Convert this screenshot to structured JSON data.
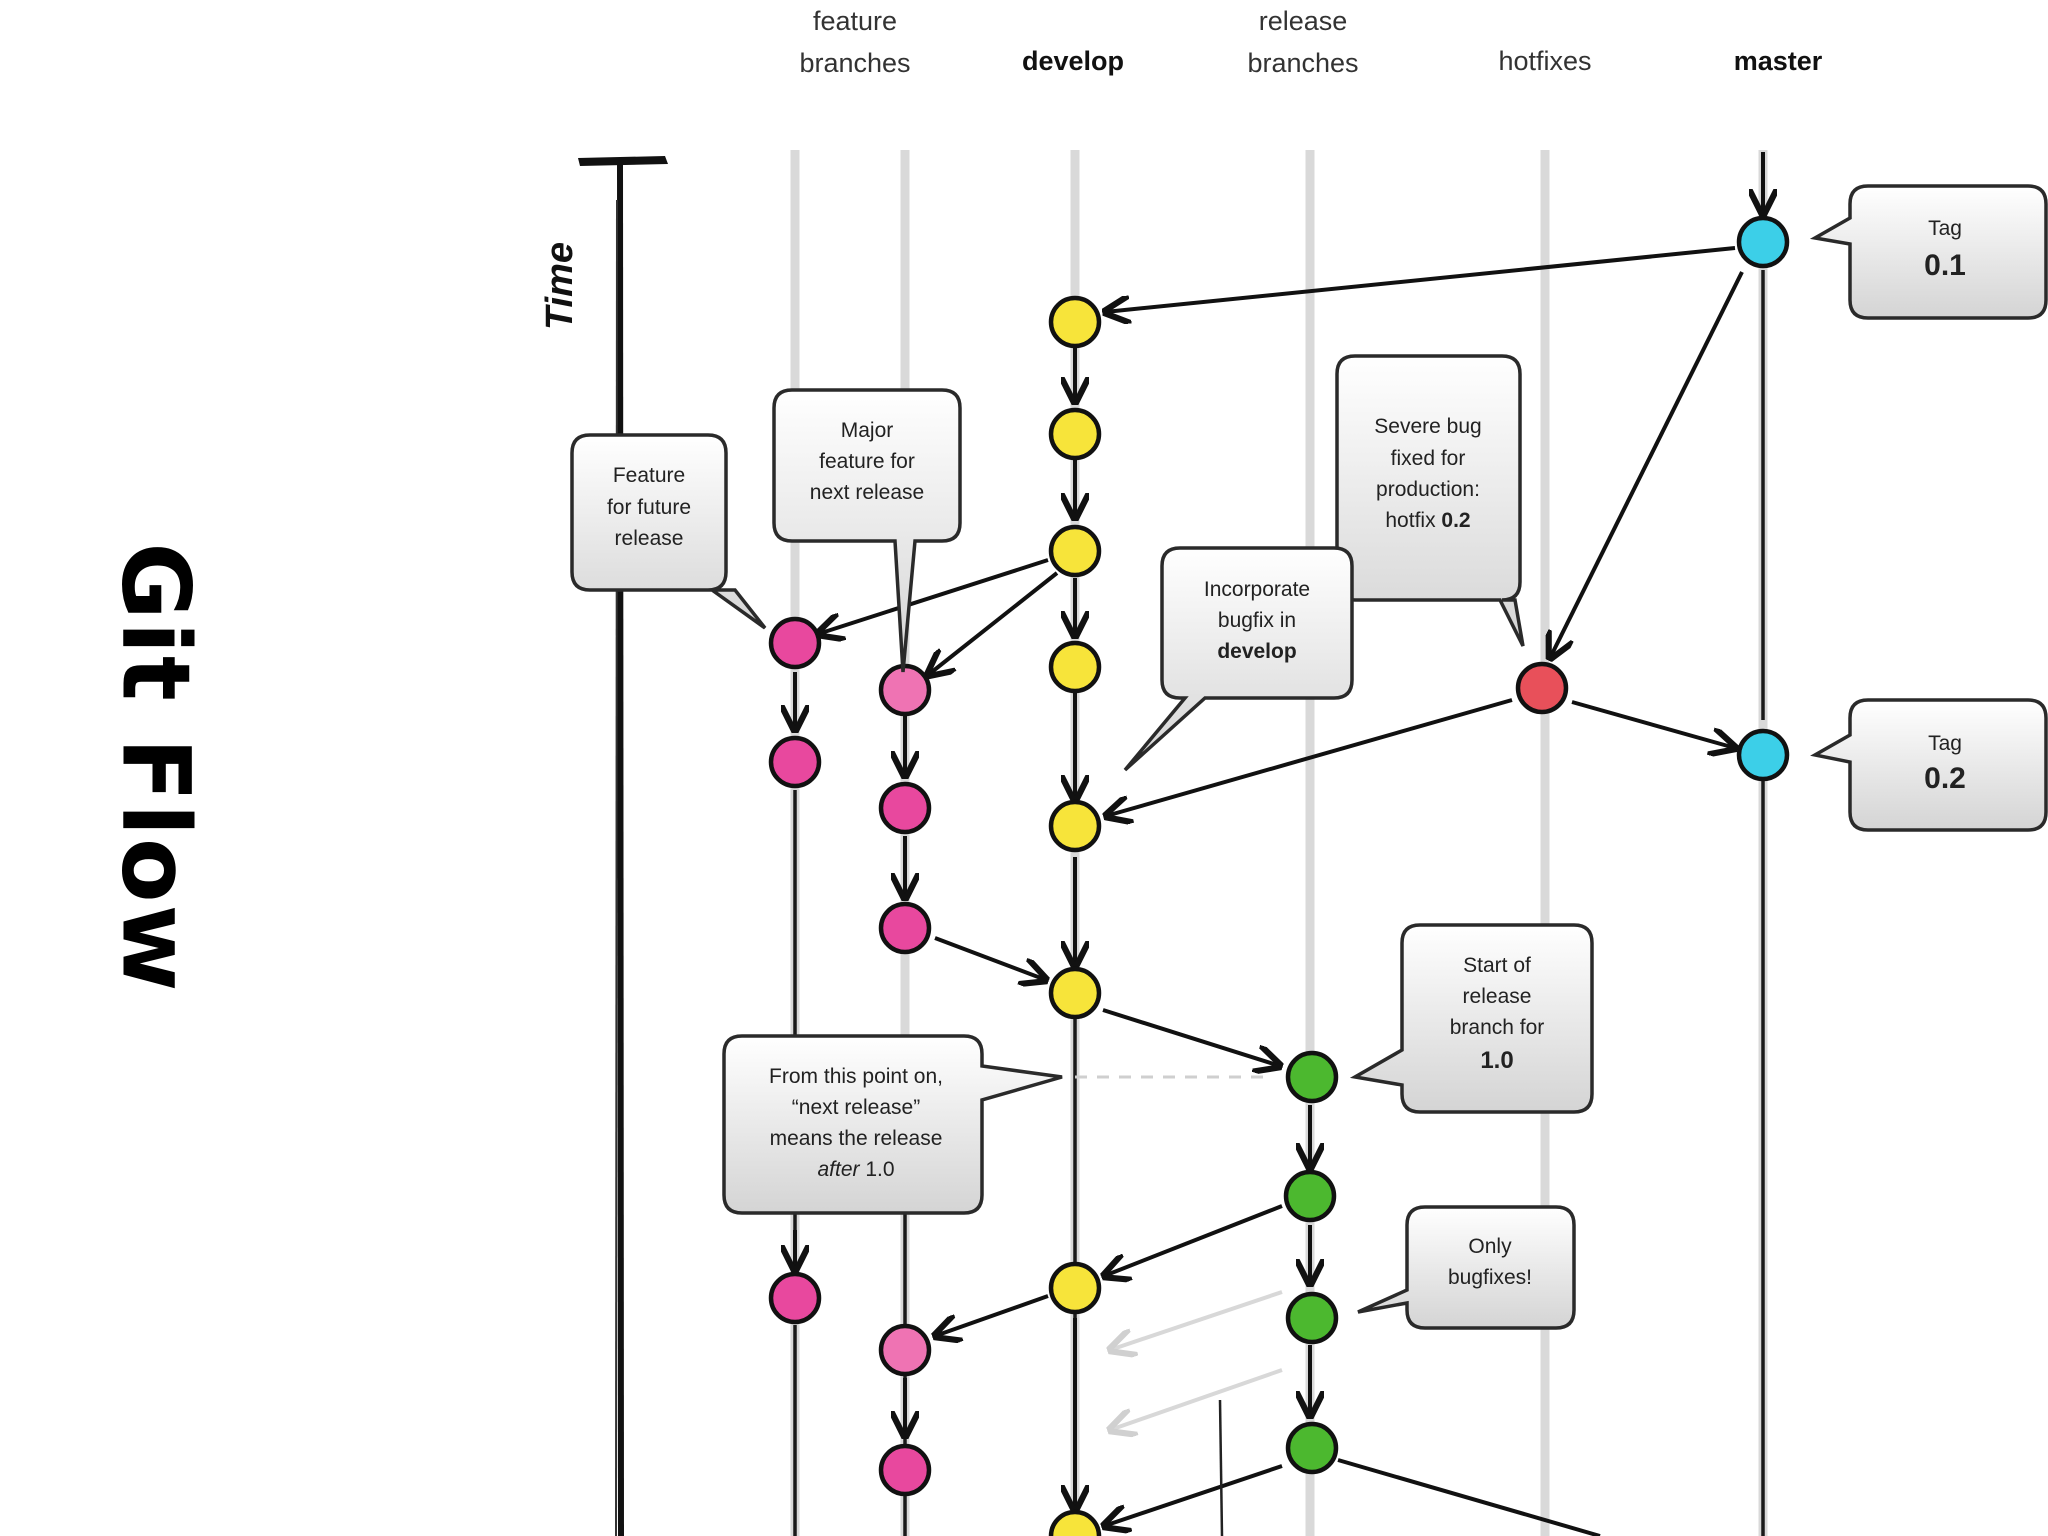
{
  "title": "Git Flow",
  "time_label": "Time",
  "columns": {
    "feature": [
      "feature",
      "branches"
    ],
    "develop": "develop",
    "release": [
      "release",
      "branches"
    ],
    "hotfixes": "hotfixes",
    "master": "master"
  },
  "callouts": {
    "tag01": {
      "small": "Tag",
      "big": "0.1"
    },
    "tag02": {
      "small": "Tag",
      "big": "0.2"
    },
    "feature_future": [
      "Feature",
      "for future",
      "release"
    ],
    "major_feature": [
      "Major",
      "feature for",
      "next release"
    ],
    "severe_bug": {
      "lines": [
        "Severe bug",
        "fixed for",
        "production:"
      ],
      "last_prefix": "hotfix ",
      "last_bold": "0.2"
    },
    "incorporate": {
      "lines": [
        "Incorporate",
        "bugfix in"
      ],
      "bold": "develop"
    },
    "start_release": {
      "lines": [
        "Start of",
        "release",
        "branch for"
      ],
      "bold": "1.0"
    },
    "next_release": {
      "lines": [
        "From this point on,",
        "“next release”",
        "means the release"
      ],
      "italic": "after",
      "tail": " 1.0"
    },
    "only_bugfixes": [
      "Only",
      "bugfixes!"
    ]
  },
  "colors": {
    "develop": "#f7e43a",
    "feature": "#e8489e",
    "feature_light": "#ef73b3",
    "release": "#4cb82f",
    "hotfix": "#e8505a",
    "master": "#3ccfe8",
    "lane": "#d9d9d9"
  }
}
